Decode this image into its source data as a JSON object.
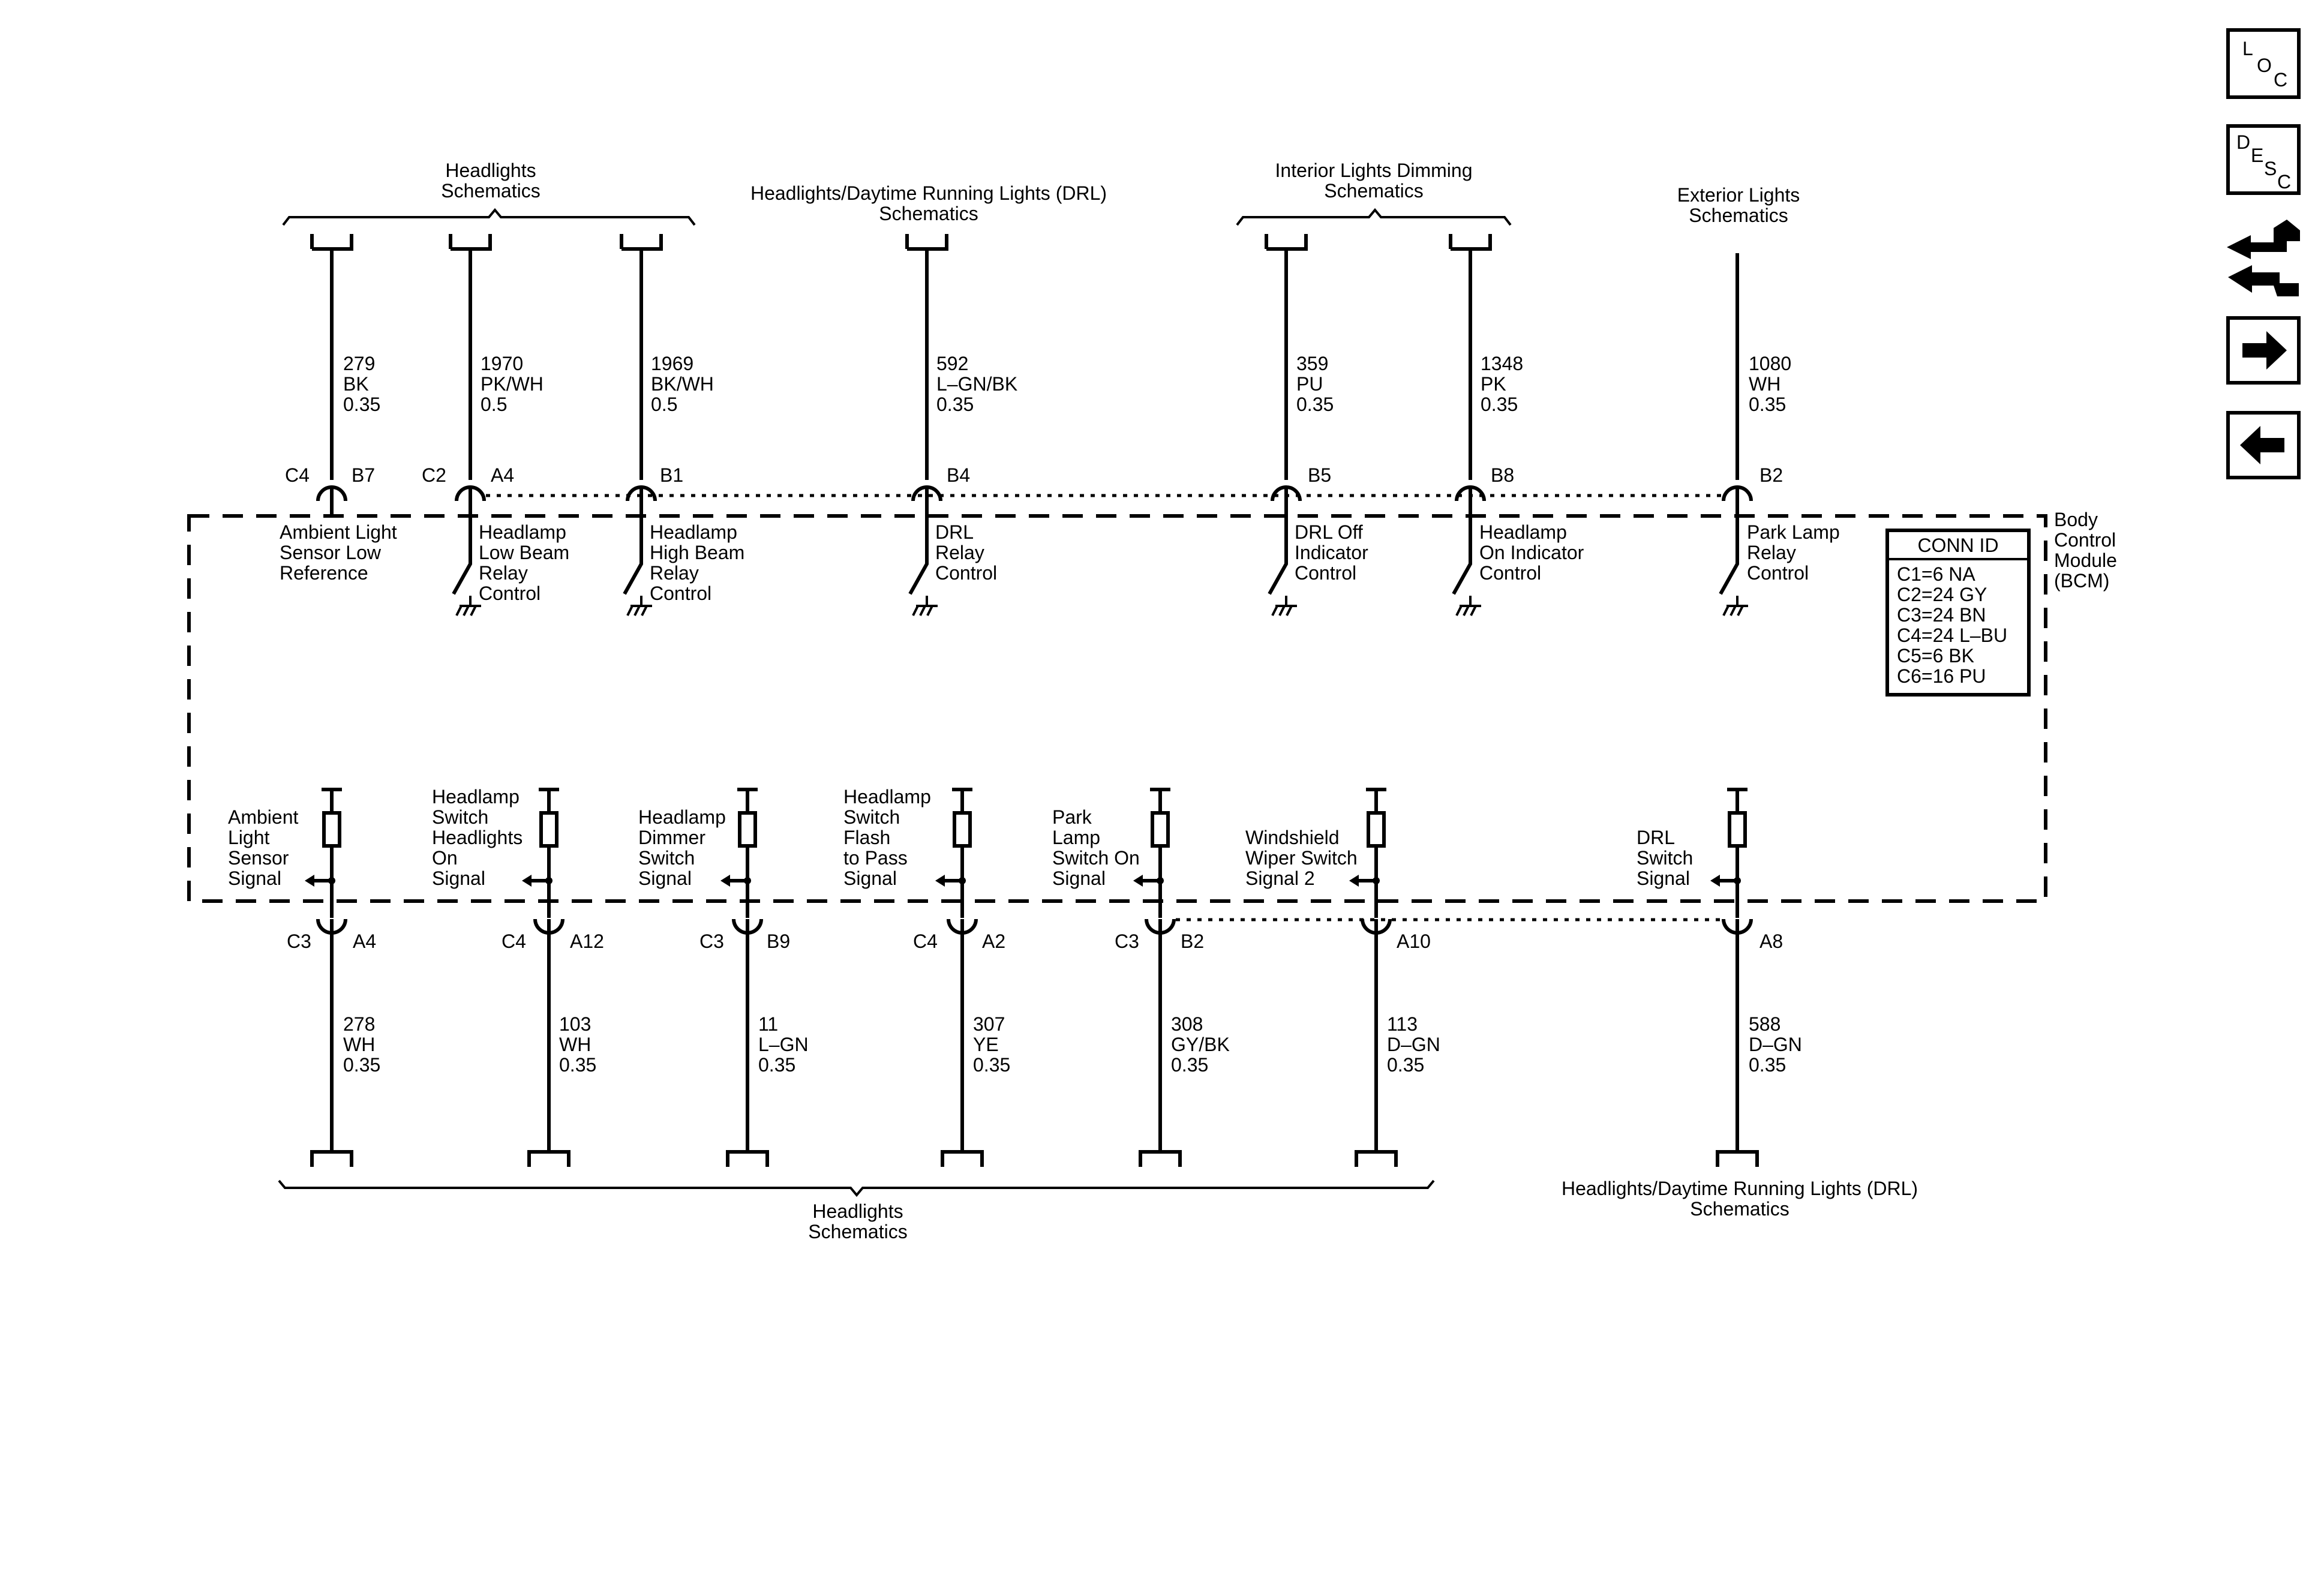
{
  "top_refs": [
    {
      "id": "headlights",
      "lines": [
        "Headlights",
        "Schematics"
      ]
    },
    {
      "id": "drl",
      "lines": [
        "Headlights/Daytime Running Lights (DRL)",
        "Schematics"
      ]
    },
    {
      "id": "interior",
      "lines": [
        "Interior Lights Dimming",
        "Schematics"
      ]
    },
    {
      "id": "exterior",
      "lines": [
        "Exterior Lights",
        "Schematics"
      ]
    }
  ],
  "bottom_refs": [
    {
      "id": "headlights",
      "lines": [
        "Headlights",
        "Schematics"
      ]
    },
    {
      "id": "drl",
      "lines": [
        "Headlights/Daytime Running Lights (DRL)",
        "Schematics"
      ]
    }
  ],
  "top_circuits": [
    {
      "circuit": "279",
      "color": "BK",
      "gauge": "0.35",
      "connector": "C4",
      "pin": "B7",
      "label": [
        "Ambient Light",
        "Sensor Low",
        "Reference"
      ]
    },
    {
      "circuit": "1970",
      "color": "PK/WH",
      "gauge": "0.5",
      "connector": "C2",
      "pin": "A4",
      "label": [
        "Headlamp",
        "Low Beam",
        "Relay",
        "Control"
      ]
    },
    {
      "circuit": "1969",
      "color": "BK/WH",
      "gauge": "0.5",
      "connector": "",
      "pin": "B1",
      "label": [
        "Headlamp",
        "High Beam",
        "Relay",
        "Control"
      ]
    },
    {
      "circuit": "592",
      "color": "L–GN/BK",
      "gauge": "0.35",
      "connector": "",
      "pin": "B4",
      "label": [
        "DRL",
        "Relay",
        "Control"
      ]
    },
    {
      "circuit": "359",
      "color": "PU",
      "gauge": "0.35",
      "connector": "",
      "pin": "B5",
      "label": [
        "DRL Off",
        "Indicator",
        "Control"
      ]
    },
    {
      "circuit": "1348",
      "color": "PK",
      "gauge": "0.35",
      "connector": "",
      "pin": "B8",
      "label": [
        "Headlamp",
        "On Indicator",
        "Control"
      ]
    },
    {
      "circuit": "1080",
      "color": "WH",
      "gauge": "0.35",
      "connector": "",
      "pin": "B2",
      "label": [
        "Park Lamp",
        "Relay",
        "Control"
      ]
    }
  ],
  "bottom_circuits": [
    {
      "circuit": "278",
      "color": "WH",
      "gauge": "0.35",
      "connector": "C3",
      "pin": "A4",
      "label": [
        "Ambient",
        "Light",
        "Sensor",
        "Signal"
      ]
    },
    {
      "circuit": "103",
      "color": "WH",
      "gauge": "0.35",
      "connector": "C4",
      "pin": "A12",
      "label": [
        "Headlamp",
        "Switch",
        "Headlights",
        "On",
        "Signal"
      ]
    },
    {
      "circuit": "11",
      "color": "L–GN",
      "gauge": "0.35",
      "connector": "C3",
      "pin": "B9",
      "label": [
        "Headlamp",
        "Dimmer",
        "Switch",
        "Signal"
      ]
    },
    {
      "circuit": "307",
      "color": "YE",
      "gauge": "0.35",
      "connector": "C4",
      "pin": "A2",
      "label": [
        "Headlamp",
        "Switch",
        "Flash",
        "to Pass",
        "Signal"
      ]
    },
    {
      "circuit": "308",
      "color": "GY/BK",
      "gauge": "0.35",
      "connector": "C3",
      "pin": "B2",
      "label": [
        "Park",
        "Lamp",
        "Switch On",
        "Signal"
      ]
    },
    {
      "circuit": "113",
      "color": "D–GN",
      "gauge": "0.35",
      "connector": "",
      "pin": "A10",
      "label": [
        "Windshield",
        "Wiper Switch",
        "Signal 2"
      ]
    },
    {
      "circuit": "588",
      "color": "D–GN",
      "gauge": "0.35",
      "connector": "",
      "pin": "A8",
      "label": [
        "DRL",
        "Switch",
        "Signal"
      ]
    }
  ],
  "module": {
    "lines": [
      "Body",
      "Control",
      "Module",
      "(BCM)"
    ]
  },
  "conn_id": {
    "title": "CONN ID",
    "rows": [
      "C1=6 NA",
      "C2=24 GY",
      "C3=24 BN",
      "C4=24 L–BU",
      "C5=6 BK",
      "C6=16 PU"
    ]
  },
  "nav": {
    "loc": [
      "L",
      "O",
      "C"
    ],
    "desc": [
      "D",
      "E",
      "S",
      "C"
    ],
    "icons": [
      "connector-harness-icon",
      "arrow-right-icon",
      "arrow-left-icon"
    ]
  }
}
